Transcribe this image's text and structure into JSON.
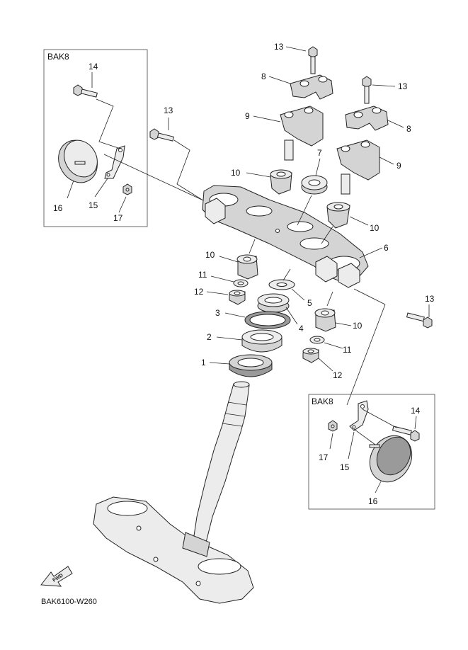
{
  "diagram": {
    "code": "BAK6100-W260",
    "fwd_label": "FWD",
    "box_left_title": "BAK8",
    "box_right_title": "BAK8",
    "callouts": {
      "c1": "1",
      "c2": "2",
      "c3": "3",
      "c4": "4",
      "c5": "5",
      "c6": "6",
      "c7": "7",
      "c8a": "8",
      "c8b": "8",
      "c9a": "9",
      "c9b": "9",
      "c10a": "10",
      "c10b": "10",
      "c10c": "10",
      "c10d": "10",
      "c11a": "11",
      "c11b": "11",
      "c12a": "12",
      "c12b": "12",
      "c13a": "13",
      "c13b": "13",
      "c13c": "13",
      "c13d": "13",
      "c14a": "14",
      "c14b": "14",
      "c15a": "15",
      "c15b": "15",
      "c16a": "16",
      "c16b": "16",
      "c17a": "17",
      "c17b": "17"
    }
  }
}
